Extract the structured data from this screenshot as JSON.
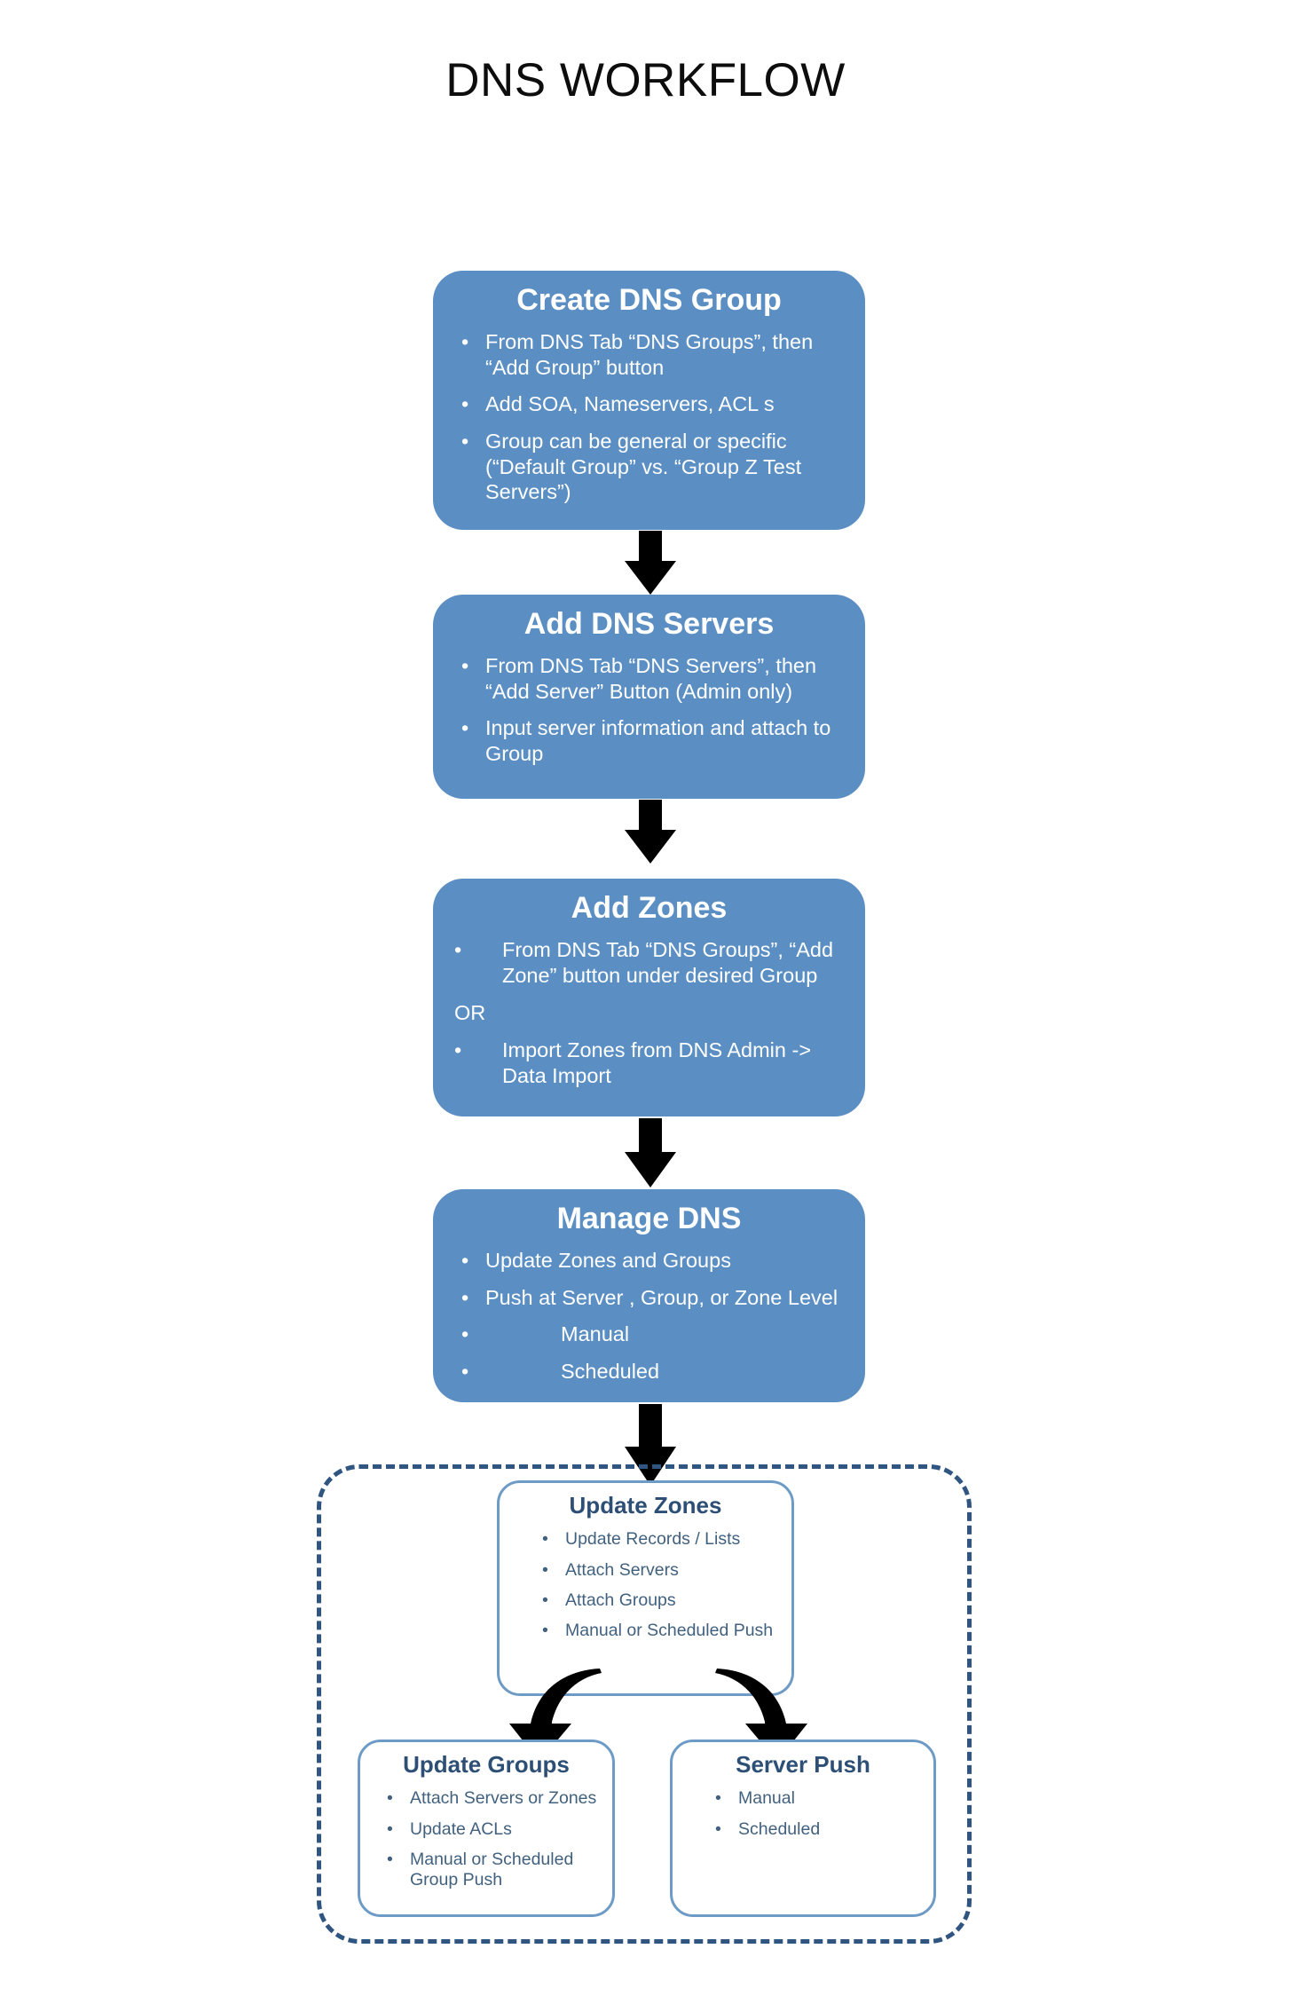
{
  "title": "DNS WORKFLOW",
  "colors": {
    "step_fill": "#5b8fc4",
    "step_text": "#ffffff",
    "sub_border": "#6e9bc6",
    "sub_title_text": "#2e4f75",
    "sub_body_text": "#41617f",
    "dashed_border": "#2f5580",
    "arrow": "#000000",
    "title_text": "#0d0d0d"
  },
  "steps": [
    {
      "id": "create-dns-group",
      "title": "Create DNS Group",
      "items": [
        "From DNS Tab “DNS Groups”, then “Add Group” button",
        "Add SOA, Nameservers, ACL s",
        "Group can be general or specific (“Default Group” vs. “Group Z Test Servers”)"
      ]
    },
    {
      "id": "add-dns-servers",
      "title": "Add DNS Servers",
      "items": [
        "From DNS Tab “DNS Servers”, then “Add Server” Button (Admin only)",
        "Input server information and attach to Group"
      ]
    },
    {
      "id": "add-zones",
      "title": "Add  Zones",
      "items": [
        "From DNS Tab “DNS Groups”, “Add Zone” button under desired Group",
        "Import Zones from DNS Admin -> Data Import"
      ],
      "separator": "OR"
    },
    {
      "id": "manage-dns",
      "title": "Manage DNS",
      "items": [
        "Update Zones and Groups",
        "Push at Server , Group, or Zone Level"
      ],
      "subitems": [
        "Manual",
        "Scheduled"
      ]
    }
  ],
  "detail_group": {
    "update_zones": {
      "title": "Update Zones",
      "items": [
        "Update Records / Lists",
        "Attach Servers",
        "Attach Groups",
        "Manual or Scheduled Push"
      ]
    },
    "update_groups": {
      "title": "Update Groups",
      "items": [
        "Attach Servers or Zones",
        "Update ACLs",
        "Manual or Scheduled Group Push"
      ]
    },
    "server_push": {
      "title": "Server Push",
      "items": [
        "Manual",
        "Scheduled"
      ]
    }
  },
  "bullet_glyph": "•"
}
